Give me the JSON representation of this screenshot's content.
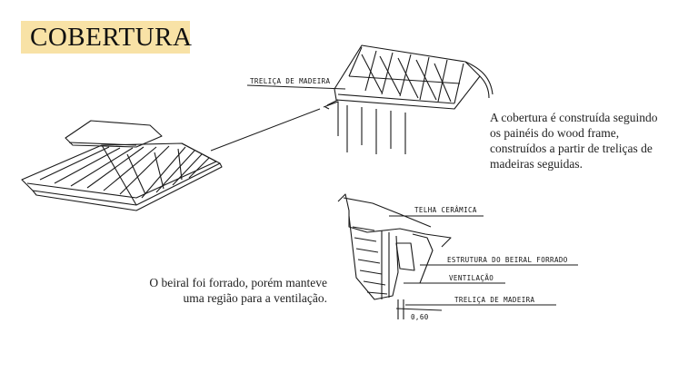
{
  "title": "COBERTURA",
  "description_right": [
    "A cobertura é construída seguindo",
    "os painéis do wood frame,",
    "construídos a partir de treliças de",
    "madeiras seguidas."
  ],
  "description_left": [
    "O beiral foi forrado, porém manteve",
    "uma região para a ventilação."
  ],
  "sketch_labels": {
    "truss": "TRELIÇA DE MADEIRA",
    "tile": "TELHA CERÂMICA",
    "eave_structure": "ESTRUTURA DO BEIRAL FORRADO",
    "ventilation": "VENTILAÇÃO",
    "truss_detail": "TRELIÇA DE MADEIRA",
    "dimension": "0,60"
  },
  "colors": {
    "title_highlight": "#f8e2a6",
    "ink": "#111111"
  }
}
